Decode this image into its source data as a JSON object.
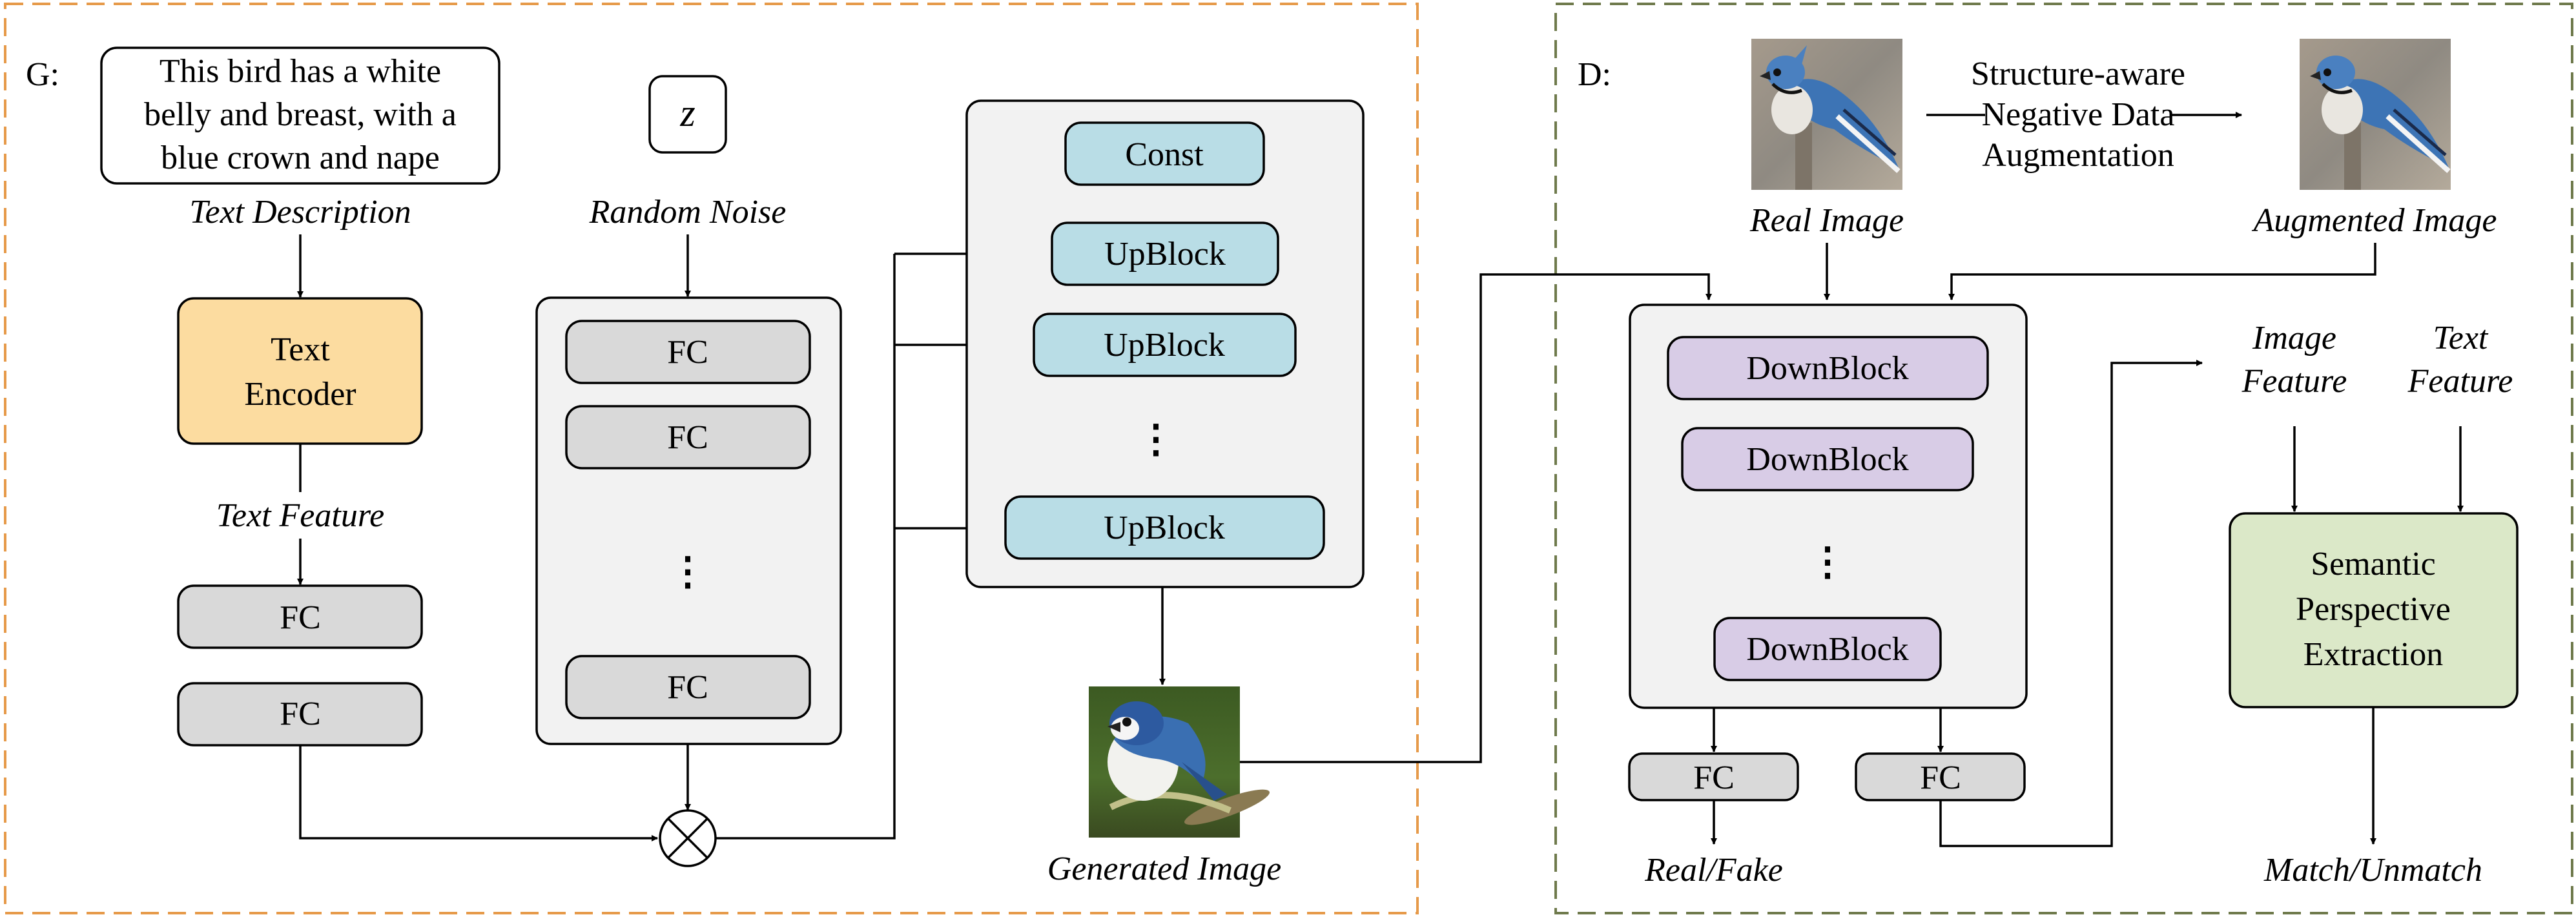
{
  "generator": {
    "label": "G:",
    "text_description": {
      "lines": [
        "This bird has a white",
        "belly and breast, with a",
        "blue crown and nape"
      ],
      "caption": "Text Description"
    },
    "noise": {
      "symbol": "z",
      "caption": "Random Noise"
    },
    "text_encoder": {
      "lines": [
        "Text",
        "Encoder"
      ]
    },
    "text_feature_caption": "Text Feature",
    "text_fc_blocks": [
      "FC",
      "FC"
    ],
    "noise_fc_blocks": [
      "FC",
      "FC",
      "FC"
    ],
    "const_label": "Const",
    "upblocks": [
      "UpBlock",
      "UpBlock",
      "UpBlock"
    ],
    "ellipsis": "⋮",
    "generated_image_caption": "Generated Image"
  },
  "discriminator": {
    "label": "D:",
    "real_image_caption": "Real Image",
    "augmentation_lines": [
      "Structure-aware",
      "Negative Data",
      "Augmentation"
    ],
    "augmented_image_caption": "Augmented Image",
    "downblocks": [
      "DownBlock",
      "DownBlock",
      "DownBlock"
    ],
    "ellipsis": "⋮",
    "fc_blocks": [
      "FC",
      "FC"
    ],
    "real_fake_caption": "Real/Fake",
    "image_feature_lines": [
      "Image",
      "Feature"
    ],
    "text_feature_lines": [
      "Text",
      "Feature"
    ],
    "semantic_lines": [
      "Semantic",
      "Perspective",
      "Extraction"
    ],
    "match_caption": "Match/Unmatch"
  },
  "colors": {
    "generator_border": "#e69a4a",
    "discriminator_border": "#6f7a4c",
    "text_encoder_fill": "#fcdca0",
    "fc_fill": "#d9d9d9",
    "upblock_fill": "#b9dde6",
    "downblock_fill": "#d8cce6",
    "semantic_fill": "#dbe8c8",
    "panel_fill": "#f2f2f2"
  },
  "icons": [
    "bird-photo-icon",
    "multiply-circle-icon"
  ]
}
